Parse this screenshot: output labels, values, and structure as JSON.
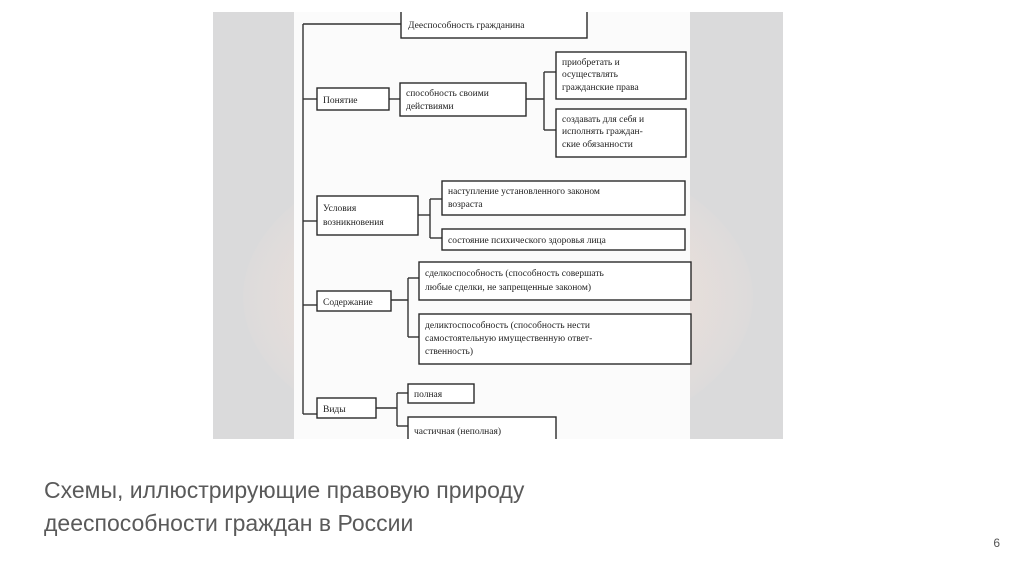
{
  "diagram": {
    "title": "Дееспособность гражданина",
    "sections": [
      {
        "label": "Понятие",
        "middle": [
          "способность своими",
          "действиями"
        ],
        "items": [
          [
            "приобретать и",
            "осуществлять",
            "гражданские права"
          ],
          [
            "создавать для себя и",
            "исполнять граждан-",
            "ские обязанности"
          ]
        ]
      },
      {
        "label": [
          "Условия",
          "возникновения"
        ],
        "items": [
          [
            "наступление установленного законом",
            "возраста"
          ],
          [
            "состояние психического здоровья лица"
          ]
        ]
      },
      {
        "label": "Содержание",
        "items": [
          [
            "сделкоспособность (способность совершать",
            "любые сделки, не запрещенные законом)"
          ],
          [
            "деликтоспособность (способность нести",
            "самостоятельную имущественную ответ-",
            "ственность)"
          ]
        ]
      },
      {
        "label": "Виды",
        "items": [
          [
            "полная"
          ],
          [
            "частичная (неполная)"
          ]
        ]
      }
    ]
  },
  "caption": {
    "line1": "Схемы, иллюстрирующие правовую природу",
    "line2": "дееспособности граждан в России"
  },
  "page_number": "6"
}
